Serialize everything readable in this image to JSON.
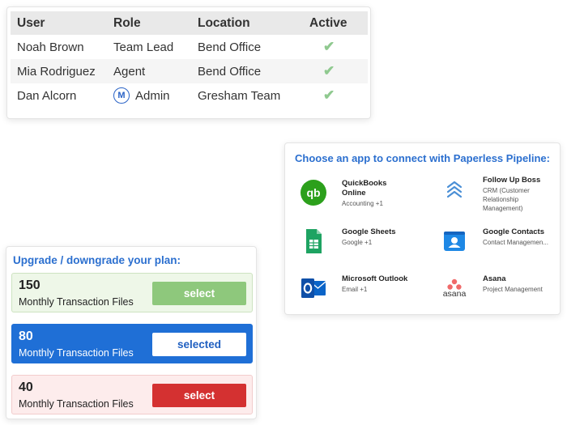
{
  "users_table": {
    "headers": {
      "user": "User",
      "role": "Role",
      "location": "Location",
      "active": "Active"
    },
    "rows": [
      {
        "user": "Noah Brown",
        "role": "Team Lead",
        "location": "Bend Office",
        "active": "✔"
      },
      {
        "user": "Mia Rodriguez",
        "role": "Agent",
        "location": "Bend Office",
        "active": "✔"
      },
      {
        "user": "Dan Alcorn",
        "role_badge": "M",
        "role": "Admin",
        "location": "Gresham Team",
        "active": "✔"
      }
    ]
  },
  "apps": {
    "title": "Choose an app to connect with Paperless Pipeline:",
    "items": [
      {
        "name": "QuickBooks Online",
        "sub": "Accounting +1",
        "icon": "quickbooks-icon"
      },
      {
        "name": "Follow Up Boss",
        "sub": "CRM (Customer Relationship Management)",
        "icon": "follow-up-boss-icon"
      },
      {
        "name": "Google Sheets",
        "sub": "Google +1",
        "icon": "google-sheets-icon"
      },
      {
        "name": "Google Contacts",
        "sub": "Contact Managemen...",
        "icon": "google-contacts-icon"
      },
      {
        "name": "Microsoft Outlook",
        "sub": "Email +1",
        "icon": "outlook-icon"
      },
      {
        "name": "Asana",
        "sub": "Project Management",
        "icon": "asana-icon",
        "logo_text": "asana"
      }
    ]
  },
  "plans": {
    "title": "Upgrade / downgrade your plan:",
    "items": [
      {
        "files": "150",
        "label": "Monthly Transaction Files",
        "button": "select",
        "color": "#8ec87c"
      },
      {
        "files": "80",
        "label": "Monthly Transaction Files",
        "button": "selected",
        "color": "#1f6fd6"
      },
      {
        "files": "40",
        "label": "Monthly Transaction Files",
        "button": "select",
        "color": "#d43131"
      }
    ]
  }
}
